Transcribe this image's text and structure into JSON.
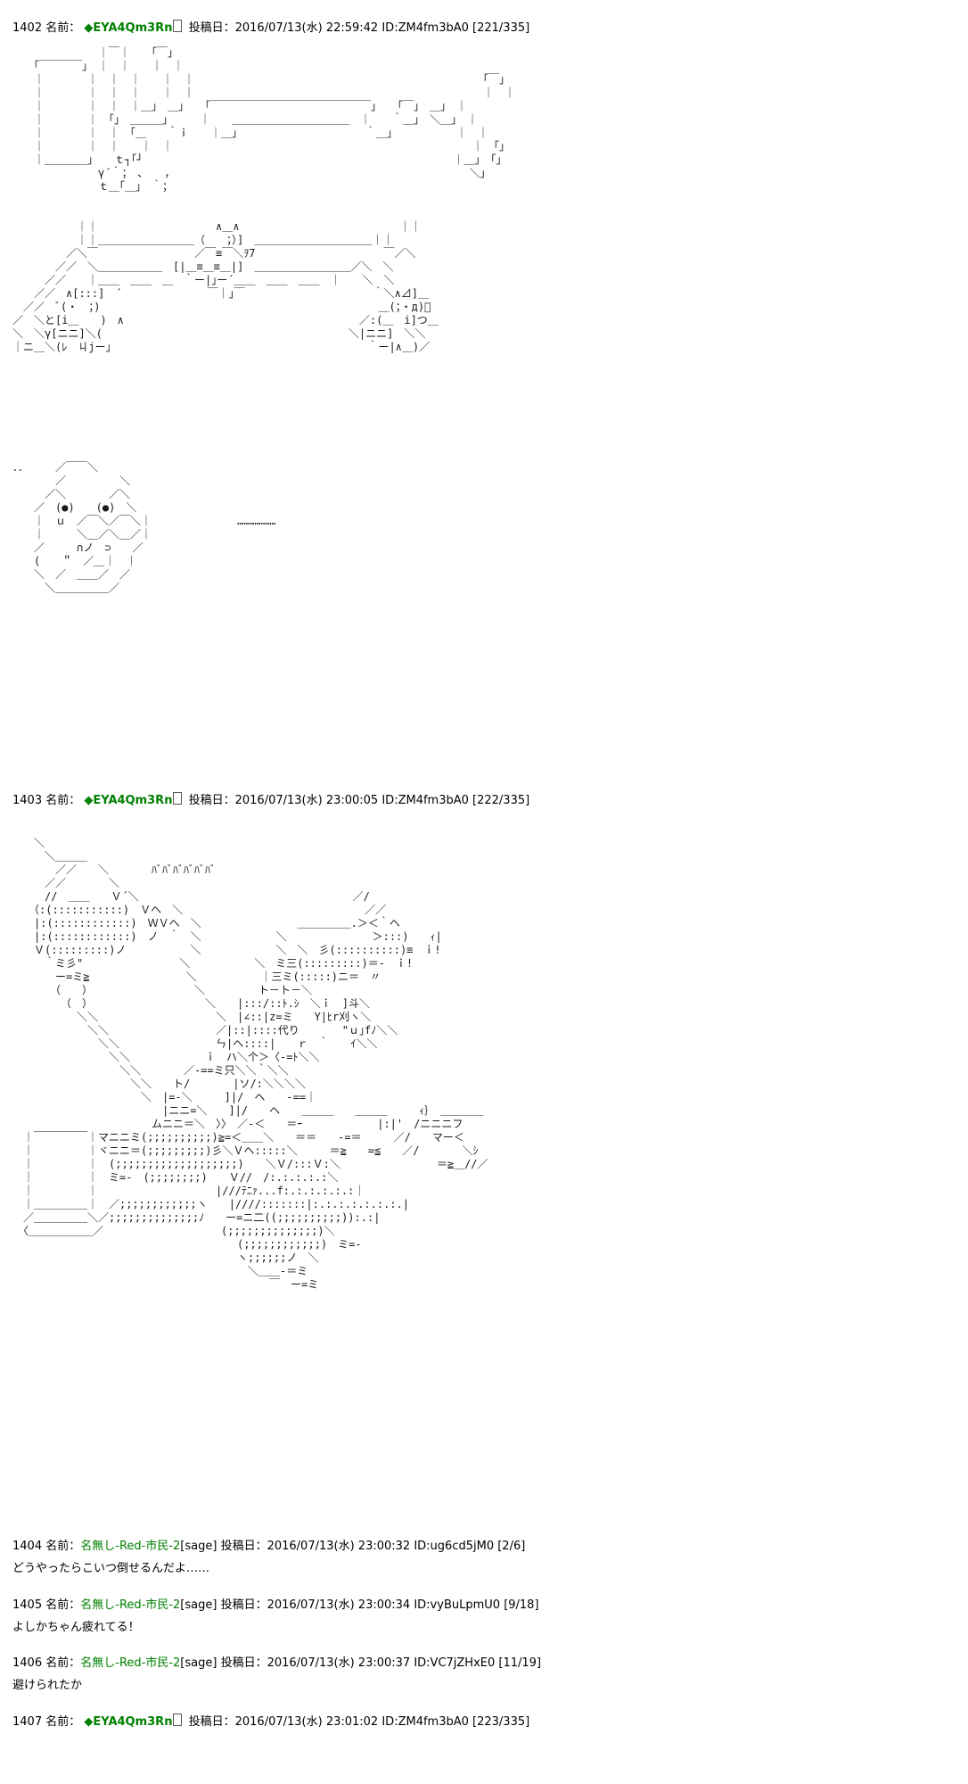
{
  "page": {
    "background": "#ffffff",
    "text_color": "#000000",
    "name_green": "#008000"
  },
  "labels": {
    "name_label": "名前：",
    "date_label": "投稿日："
  },
  "posts": [
    {
      "number": "1402",
      "name": "◆EYA4Qm3Rn",
      "tofu": "□",
      "date": "2016/07/13(水) 22:59:42",
      "id": "ID:ZM4fm3bA0",
      "count": "[221/335]",
      "aa": "　　　　　　　　｜￣｜　　｢￣｣\n　　｢￣￣￣￣｣　｜　｜　　｜　｜\n　　｜　　　　｜　｜　｜　　｜　｜　　　　　　　　　　　　　　　　　　　　　　　　　　　｢￣｣\n　　｜　　　　｜　｜　｜　　｜　｜　　　　　　　　　　　　　　　　　　　　　　　　　　　｜　｜\n　　｜　　　　｜　｜　｜＿｣　＿｣　　｢￣￣￣￣￣￣￣￣￣￣￣￣￣￣￣｣　　｢￣｣　＿｣　｜\n　　｜　　　　｜　｢｣　＿＿＿｣　　　｜　　＿＿＿＿＿＿＿＿＿＿＿　｜　　｀＿｣　＼＿｣　｜\n　　｜　　　　｜　｜　｢＿　　｀ｉ　　｜＿｣　　　　　　　　　　　　｀＿｣　　　　　　｜　｜\n　　｜　　　　｜　｜　　｜　｜　　　　　　　　　　　　　　　　　　　　　　　　　　　　｜　｢｣\n　　｜＿＿＿＿｣　　ｔ┐｢┘　　　　　　　　　　　　　　　　　　　　　　　　　　　　　｜＿｣　｢｣\n　　　　　　　　γ´｀；　､　　，　　　　　　　　　　　　　　　　　　　　　　　　　　　　＼｣\n　　　　　　　　ｔ＿｢＿｣　｀；\n\n\n　　　　　　｜｜　　　　　　　　　　　∧＿∧　　　　　　　　　　　　　　　｜｜\n　　　　　　｜｜＿＿＿＿＿＿＿＿＿（　　；）]　＿＿＿＿＿＿＿＿＿＿＿｜｜\n　　　　　／＼￣　　　　　　　　　／￣≡￣＼ｦ7　　　　　　　　　　　　￣／＼\n　　　　／／　＼＿＿＿＿＿＿　[|＿≡＿≡＿|]　＿＿＿＿＿＿＿＿＿／＼　＼\n　　　／／　　｜＿＿　＿＿　＿　｀ー|｣ー´＿＿　＿＿　＿＿　｜　　＼　＼\n　　／／　∧[:::]　´　　　　　　　　￣｜｣￣　　　　　　　　　　　　｀＼∧⊿]＿\n　／／　ﾞ(・　；)　　　　　　　　　　　　　　　　　　　　　　　　　　＿(；・д)ﾞ\n／　＼と[i＿　　)　∧　　　　　　　　　　　　　　　　　　　　　　／:(＿　i]つ＿\n＼　＼γ[ニニ]＼(　　　　　　　　　　　　　　　　　　　　　　　＼|ニニ]　＼＼\n｜ニ＿＼(ﾚ　ㄐjー｣　　　　　　　　　　　　　　　　　　　　　　　　｀ー|∧＿)／\n\n\n\n\n\n\n\n\n．．　　　／￣￣＼\n　　　　／　　　　　＼\n　　　／＼　　　　／＼\n　　／　(●)　　(●)　＼\n　　｜　ｕ　／￣＼／￣＼｜　　　　　　　　………………\n　　｜　　　＼＿／＼＿／｜\n　　／　　　∩ノ　⊃　　／\n　　(　　＂　／＿｜　｜\n　　＼　／　＿＿／　／\n　　　＼＿＿＿＿＿／"
    },
    {
      "number": "1403",
      "name": "◆EYA4Qm3Rn",
      "tofu": "□",
      "date": "2016/07/13(水) 23:00:05",
      "id": "ID:ZM4fm3bA0",
      "count": "[222/335]",
      "aa": "　　＼\n　　　＼＿＿＿\n　　　　／／　　＼　　　　ﾊﾞﾊﾞﾊﾞﾊﾞﾊﾞﾊﾞ\n　　　／／　　　　＼\n　　　//　＿＿　　Ｖ´＼　　　　　　　　　　　　　　　　　　　　／/\n　　（:(:::::::::::)　Ｖヘ　＼　　　　　　　　　　　　　　　　　／／\n　　|:(::::::::::::)　ＷＶヘ　＼　　　　　　　　　＿＿＿＿＿.＞＜｀ヘ\n　　|:(::::::::::::)　ノ　｀　＼　　　　　　　＼　　　　　　　　＞:::)　　ｨ|\n　　Ｖ(:::::::::)ノ　　　　　　＼　　　　　　　＼　＼　彡(::::::::::)≡　ｉ!\n　　　｀ミ彡\"　　　　　　　　　＼　　　　　　＼　ミ三(:::::::::)＝-　ｉ!\n　　　　ー=ミ≧　　　　　　　　　＼　　　　　　｜三ミ(:::::)ニ＝　〃\n　　　　（　　）　　　　　　　　　　＼　　　　　ト－ト－＼\n　　　　　（　）　　　　　　　　　　　＼　　|:::/::ﾄ.ｼ　＼ｉ　]斗＼\n　　　　　　＼＼　　　　　　　　　　　＼　|∠::|z=ミ　　Y|ﾋr刈ヽ＼\n　　　　　　　＼＼　　　　　　　　　　／|::|::::代り　　　　\"ｕ｣fﾉ＼＼\n　　　　　　　　＼＼　　　　　　　　　ㄣ|ヘ::::|　　ｒ　｀　　ｲ＼＼\n　　　　　　　　　＼＼　　　　　　　ｉ　ハ＼个＞〈-=ﾄ＼＼\n　　　　　　　　　　＼＼　　　　／-==ミ只＼＼｀＼＼\n　　　　　　　　　　　＼＼　　ト/　　　　|ソ/:＼＼＼＼\n　　　　　　　　　　　　＼　|=-＼　　　]|/　ヘ　　-==｜\n　　　　　　　　　　　　　　|ニニ=＼　　]|/　　ヘ　　＿＿＿　　＿＿＿　　　ｨ｝　＿＿＿＿\n　　　　　　　　　　　　　ムニニ＝＼　〉〉　／-＜　　＝ｰ　　　　　　　|:|'　/ニニニフ\n　｜￣￣￣￣￣｜マニニミ(;;;;;;;;;;)≧=＜＿＿＼　　＝＝　　-=＝　　　／/　　マー＜\n　｜　　　　　｜ヾニニ＝(;;;;;;;;;)彡＼Ｖヘ:::::＼　　　＝≧　　=≦　　／/　　　　＼ｼ\n　｜　　　　　｜　(;;;;;;;;;;;;;;;;;;;)　　＼Ｖ/:::Ｖ:＼　　　　　　　　　＝≧＿//／\n　｜　　　　　｜　ミ=-　(;;;;;;;;)　　Ｖ//　/:.:.:.:.:＼\n　｜　　　　　｜　　　　　　　　　　　|///ﾃﾆｧ...f:.:.:.:.:.:｜\n　｜＿＿＿＿＿｜　／;;;;;;;;;;;;ヽ　　|////:::::::|:.:.:.:.:.:.:.|\n　／＿＿＿＿＿＼／;;;;;;;;;;;;;;ﾉ　　ー=ニ二((;;;;;;;;;;)):.:|\n　〈＿＿＿＿＿＿／　　　　　　　　　　　(;;;;;;;;;;;;;;)＼\n　　　　　　　　　　　　　　　　　　　　　(;;;;;;;;;;;;)　ミ=-\n　　　　　　　　　　　　　　　　　　　　　ヽ;;;;;;ノ　＼\n　　　　　　　　　　　　　　　　　　　　　　＼＿＿-＝ミ\n　　　　　　　　　　　　　　　　　　　　　　　　￣　ー=ミ"
    },
    {
      "number": "1404",
      "name": "名無し-Red-市民-2",
      "sage": "[sage]",
      "date": "2016/07/13(水) 23:00:32",
      "id": "ID:ug6cd5jM0",
      "count": "[2/6]",
      "body": "どうやったらこいつ倒せるんだよ……"
    },
    {
      "number": "1405",
      "name": "名無し-Red-市民-2",
      "sage": "[sage]",
      "date": "2016/07/13(水) 23:00:34",
      "id": "ID:vyBuLpmU0",
      "count": "[9/18]",
      "body": "よしかちゃん疲れてる！"
    },
    {
      "number": "1406",
      "name": "名無し-Red-市民-2",
      "sage": "[sage]",
      "date": "2016/07/13(水) 23:00:37",
      "id": "ID:VC7jZHxE0",
      "count": "[11/19]",
      "body": "避けられたか"
    },
    {
      "number": "1407",
      "name": "◆EYA4Qm3Rn",
      "tofu": "□",
      "date": "2016/07/13(水) 23:01:02",
      "id": "ID:ZM4fm3bA0",
      "count": "[223/335]"
    }
  ]
}
